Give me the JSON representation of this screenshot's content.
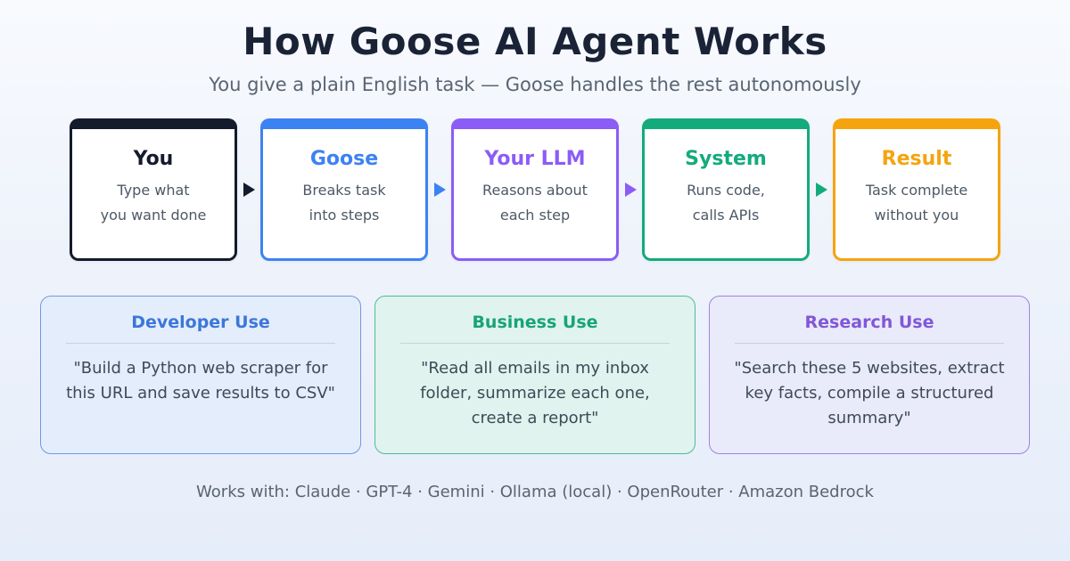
{
  "header": {
    "title": "How Goose AI Agent Works",
    "subtitle": "You give a plain English task — Goose handles the rest autonomously"
  },
  "flow": {
    "steps": [
      {
        "title": "You",
        "line1": "Type what",
        "line2": "you want done",
        "color": "#131b2c"
      },
      {
        "title": "Goose",
        "line1": "Breaks task",
        "line2": "into steps",
        "color": "#3d82f2"
      },
      {
        "title": "Your LLM",
        "line1": "Reasons about",
        "line2": "each step",
        "color": "#8b5cf6"
      },
      {
        "title": "System",
        "line1": "Runs code,",
        "line2": "calls APIs",
        "color": "#13ab7c"
      },
      {
        "title": "Result",
        "line1": "Task complete",
        "line2": "without you",
        "color": "#f5a40f"
      }
    ]
  },
  "use_cases": [
    {
      "title": "Developer Use",
      "quote": "\"Build a Python web scraper for this URL and save results to CSV\"",
      "accent": "#3b77da",
      "bg": "#e4edfb",
      "border": "#6d99e6"
    },
    {
      "title": "Business Use",
      "quote": "\"Read all emails in my inbox folder, summarize each one, create a report\"",
      "accent": "#17a478",
      "bg": "#e0f3ee",
      "border": "#4cbc97"
    },
    {
      "title": "Research Use",
      "quote": "\"Search these 5 websites, extract key facts, compile a structured summary\"",
      "accent": "#8157d8",
      "bg": "#e9eafa",
      "border": "#a183dd"
    }
  ],
  "footer": {
    "text": "Works with: Claude · GPT-4 · Gemini · Ollama (local) · OpenRouter · Amazon Bedrock"
  }
}
